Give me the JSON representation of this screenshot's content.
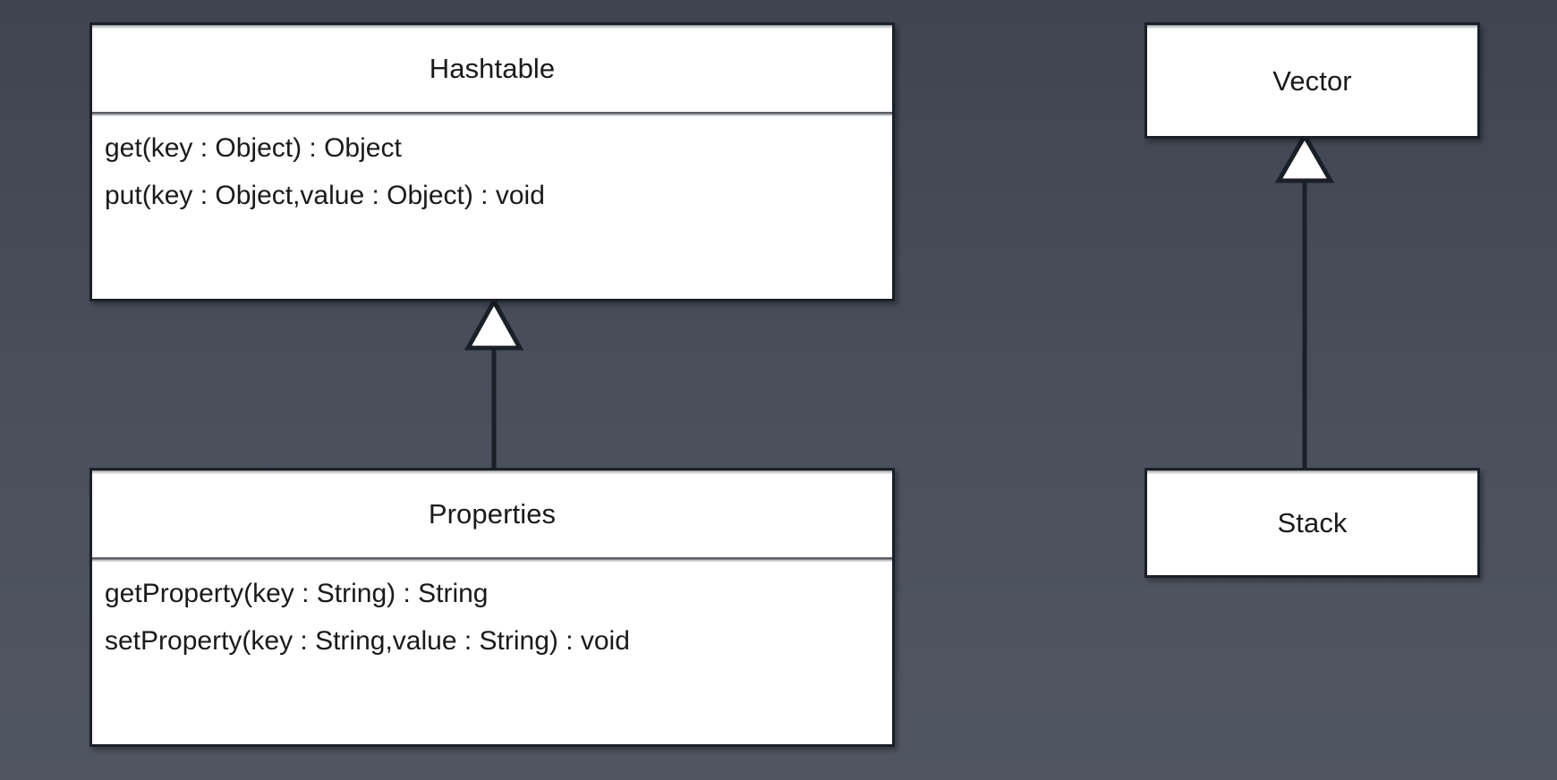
{
  "diagram": {
    "kind": "uml-class-diagram",
    "background_top_color": "#3e4450",
    "background_bottom_color": "#4f5662",
    "box_fill_color": "#ffffff",
    "box_border_color": "#1b1f28",
    "text_color": "#1a1a1a"
  },
  "classes": {
    "hashtable": {
      "name": "Hashtable",
      "members": [
        "get(key : Object) : Object",
        "put(key : Object,value : Object) : void"
      ]
    },
    "properties": {
      "name": "Properties",
      "members": [
        "getProperty(key : String) : String",
        "setProperty(key : String,value : String) : void"
      ]
    },
    "vector": {
      "name": "Vector",
      "members": []
    },
    "stack": {
      "name": "Stack",
      "members": []
    }
  },
  "relationships": [
    {
      "id": "properties-extends-hashtable",
      "type": "generalization",
      "arrow": "hollow-triangle",
      "from": "Properties",
      "to": "Hashtable"
    },
    {
      "id": "stack-extends-vector",
      "type": "generalization",
      "arrow": "hollow-triangle",
      "from": "Stack",
      "to": "Vector"
    }
  ]
}
